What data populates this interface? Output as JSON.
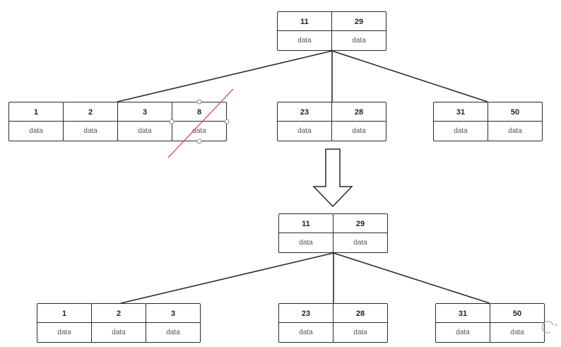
{
  "before": {
    "root": [
      {
        "key": "11",
        "val": "data"
      },
      {
        "key": "29",
        "val": "data"
      }
    ],
    "left": [
      {
        "key": "1",
        "val": "data"
      },
      {
        "key": "2",
        "val": "data"
      },
      {
        "key": "3",
        "val": "data"
      },
      {
        "key": "8",
        "val": "data"
      }
    ],
    "middle": [
      {
        "key": "23",
        "val": "data"
      },
      {
        "key": "28",
        "val": "data"
      }
    ],
    "right": [
      {
        "key": "31",
        "val": "data"
      },
      {
        "key": "50",
        "val": "data"
      }
    ]
  },
  "after": {
    "root": [
      {
        "key": "11",
        "val": "data"
      },
      {
        "key": "29",
        "val": "data"
      }
    ],
    "left": [
      {
        "key": "1",
        "val": "data"
      },
      {
        "key": "2",
        "val": "data"
      },
      {
        "key": "3",
        "val": "data"
      }
    ],
    "middle": [
      {
        "key": "23",
        "val": "data"
      },
      {
        "key": "28",
        "val": "data"
      }
    ],
    "right": [
      {
        "key": "31",
        "val": "data"
      },
      {
        "key": "50",
        "val": "data"
      }
    ]
  },
  "colors": {
    "border": "#2a2a2a",
    "strike": "#d9534f",
    "handle": "#888888"
  }
}
